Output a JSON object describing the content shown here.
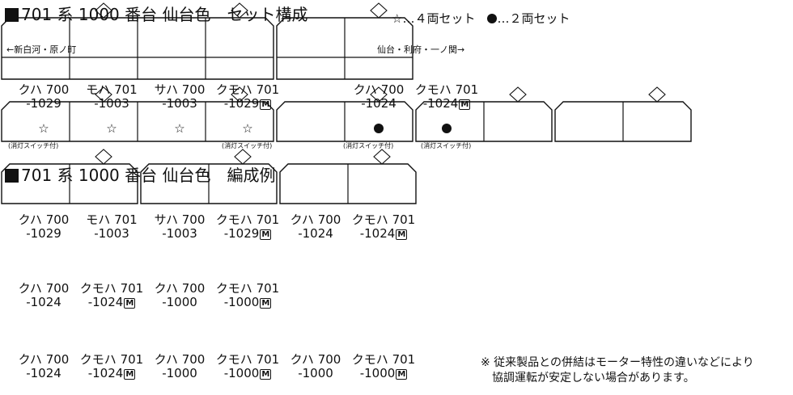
{
  "section1": {
    "title": "701 系 1000 番台 仙台色　セット構成",
    "legend_star": "☆…４両セット",
    "legend_dot": "…２両セット",
    "dir_left": "←新白河・原ノ町",
    "dir_right": "仙台・利府・一ノ関→",
    "set4": {
      "cars": [
        {
          "name": "クハ 700",
          "num": "-1029",
          "motor": false,
          "pant": false
        },
        {
          "name": "モハ 701",
          "num": "-1003",
          "motor": false,
          "pant": true
        },
        {
          "name": "サハ 700",
          "num": "-1003",
          "motor": false,
          "pant": false
        },
        {
          "name": "クモハ 701",
          "num": "-1029",
          "motor": true,
          "pant": true
        }
      ],
      "mark": "☆",
      "switch_left": "(消灯スイッチ付)",
      "switch_right": "(消灯スイッチ付)"
    },
    "set2": {
      "cars": [
        {
          "name": "クハ 700",
          "num": "-1024",
          "motor": false,
          "pant": false
        },
        {
          "name": "クモハ 701",
          "num": "-1024",
          "motor": true,
          "pant": true
        }
      ],
      "mark": "dot",
      "switch_left": "(消灯スイッチ付)",
      "switch_right": "(消灯スイッチ付)"
    }
  },
  "section2": {
    "title": "701 系 1000 番台 仙台色　編成例",
    "formations": [
      [
        [
          {
            "name": "クハ 700",
            "num": "-1029",
            "motor": false,
            "pant": false
          },
          {
            "name": "モハ 701",
            "num": "-1003",
            "motor": false,
            "pant": true
          },
          {
            "name": "サハ 700",
            "num": "-1003",
            "motor": false,
            "pant": false
          },
          {
            "name": "クモハ 701",
            "num": "-1029",
            "motor": true,
            "pant": true
          }
        ],
        [
          {
            "name": "クハ 700",
            "num": "-1024",
            "motor": false,
            "pant": false
          },
          {
            "name": "クモハ 701",
            "num": "-1024",
            "motor": true,
            "pant": true
          }
        ]
      ],
      [
        [
          {
            "name": "クハ 700",
            "num": "-1024",
            "motor": false,
            "pant": false
          },
          {
            "name": "クモハ 701",
            "num": "-1024",
            "motor": true,
            "pant": true
          }
        ],
        [
          {
            "name": "クハ 700",
            "num": "-1000",
            "motor": false,
            "pant": false
          },
          {
            "name": "クモハ 701",
            "num": "-1000",
            "motor": true,
            "pant": true
          }
        ]
      ],
      [
        [
          {
            "name": "クハ 700",
            "num": "-1024",
            "motor": false,
            "pant": false
          },
          {
            "name": "クモハ 701",
            "num": "-1024",
            "motor": true,
            "pant": true
          }
        ],
        [
          {
            "name": "クハ 700",
            "num": "-1000",
            "motor": false,
            "pant": false
          },
          {
            "name": "クモハ 701",
            "num": "-1000",
            "motor": true,
            "pant": true
          }
        ],
        [
          {
            "name": "クハ 700",
            "num": "-1000",
            "motor": false,
            "pant": false
          },
          {
            "name": "クモハ 701",
            "num": "-1000",
            "motor": true,
            "pant": true
          }
        ]
      ]
    ]
  },
  "motor_label": "M",
  "note_line1": "※ 従来製品との併結はモーター特性の違いなどにより",
  "note_line2": "協調運転が安定しない場合があります。"
}
